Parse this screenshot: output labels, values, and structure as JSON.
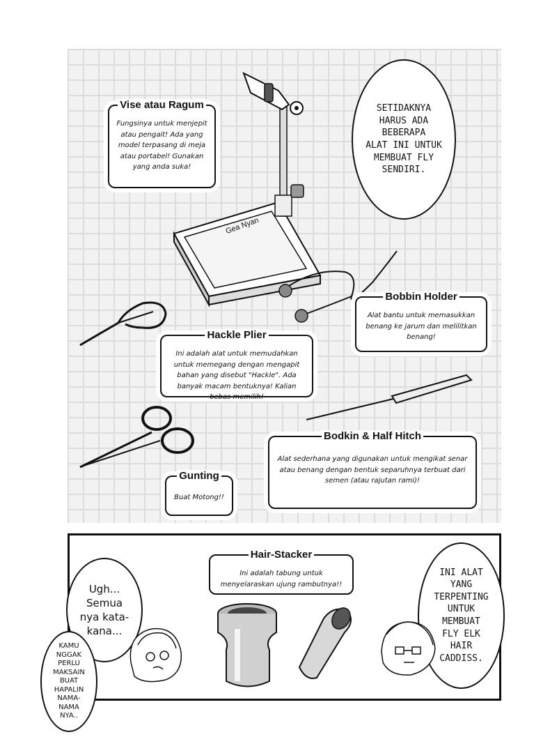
{
  "vise": {
    "title": "Vise atau Ragum",
    "text": "Fungsinya untuk menjepit atau pengait! Ada yang model terpasang di meja atau portabel! Gunakan yang anda suka!",
    "base_stamp": "Gea Nyan"
  },
  "bubble_main": "SETIDAKNYA\nHARUS ADA\nBEBERAPA\nALAT INI UNTUK\nMEMBUAT FLY\nSENDIRI.",
  "bobbin": {
    "title": "Bobbin Holder",
    "text": "Alat bantu untuk memasukkan benang ke jarum dan melilitkan benang!"
  },
  "hackle": {
    "title": "Hackle Plier",
    "text": "Ini adalah alat untuk memudahkan untuk memegang dengan mengapit bahan yang disebut \"Hackle\". Ada banyak macam bentuknya! Kalian bebas memilih!"
  },
  "bodkin": {
    "title": "Bodkin & Half Hitch",
    "text": "Alat sederhana yang digunakan untuk mengikat senar atau benang dengan bentuk separuhnya terbuat dari semen (atau rajutan rami)!"
  },
  "gunting": {
    "title": "Gunting",
    "text": "Buat Motong!!"
  },
  "hair_stacker": {
    "title": "Hair-Stacker",
    "text": "Ini adalah tabung untuk menyelaraskan ujung rambutnya!!"
  },
  "bubble_left": "Ugh...\nSemua\nnya kata-\nkana...",
  "bubble_small": "KAMU\nNGGAK\nPERLU\nMAKSAIN\nBUAT\nHAPALIN\nNAMA-\nNAMA\nNYA..",
  "bubble_right": "INI ALAT\nYANG\nTERPENTING\nUNTUK\nMEMBUAT\nFLY ELK\nHAIR\nCADDISS."
}
